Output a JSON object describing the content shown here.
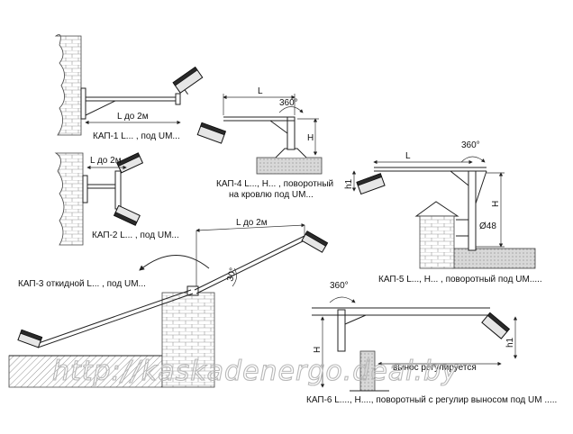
{
  "labels": {
    "kap1_dim": "L до 2м",
    "kap1_caption": "КАП-1 L... , под UM...",
    "kap2_dim": "L до 2м",
    "kap2_caption": "КАП-2 L... , под UM...",
    "kap3_dim": "L до 2м",
    "kap3_angle": "30°",
    "kap3_caption": "КАП-3 откидной L... , под UM...",
    "kap4_dim_l": "L",
    "kap4_rot": "360°",
    "kap4_dim_h": "H",
    "kap4_caption_line1": "КАП-4 L..., H... , поворотный",
    "kap4_caption_line2": "на кровлю под UM...",
    "kap5_dim_l": "L",
    "kap5_rot": "360°",
    "kap5_dim_h1": "h1",
    "kap5_dim_h": "H",
    "kap5_diam": "Ø48",
    "kap5_caption": "КАП-5 L..., H... , поворотный под UM.....",
    "kap6_rot": "360°",
    "kap6_dim_h": "H",
    "kap6_dim_h1": "h1",
    "kap6_note": "вынос регулируется",
    "kap6_caption": "КАП-6 L...., H...., поворотный с регулир выносом под UM ....."
  },
  "watermark": "http://kaskadenergo.deal.by",
  "colors": {
    "line": "#222222",
    "fill": "#e6e6e6",
    "watermark": "#b8b8b8"
  }
}
